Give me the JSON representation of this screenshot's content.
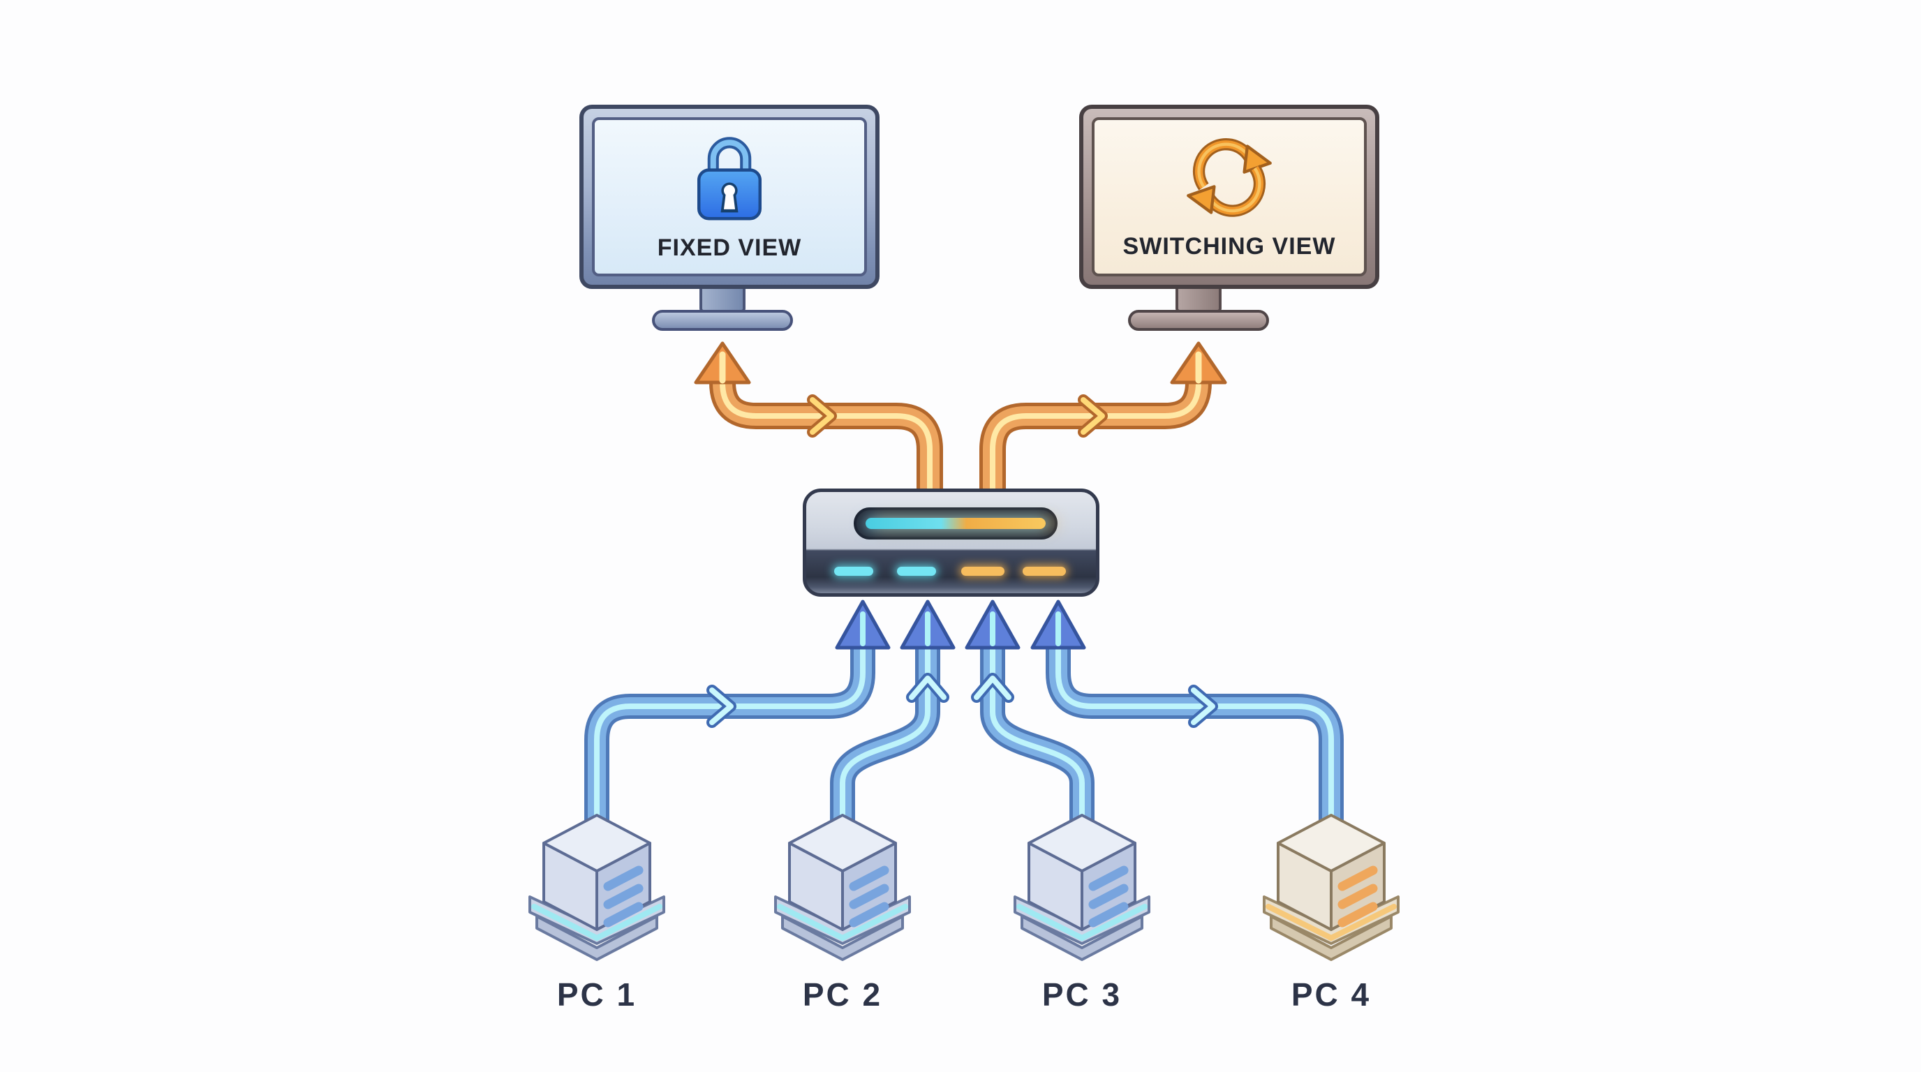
{
  "diagram": {
    "monitors": [
      {
        "id": "fixed-view",
        "label": "FIXED VIEW",
        "icon": "lock-icon",
        "frame_color": "#8092b6",
        "screen_color": "#e2effa",
        "accent_color": "#3b82f0"
      },
      {
        "id": "switching-view",
        "label": "SWITCHING VIEW",
        "icon": "refresh-icon",
        "frame_color": "#938281",
        "screen_color": "#f9efdf",
        "accent_color": "#f0962a"
      }
    ],
    "kvm_switch": {
      "status_bar_colors": {
        "left": "#49cde1",
        "right": "#f8c95f"
      },
      "led_colors": [
        "#74e6f4",
        "#74e6f4",
        "#f7bd5e",
        "#f7bd5e"
      ]
    },
    "pcs": [
      {
        "label": "PC 1",
        "theme_color": "#78a4de"
      },
      {
        "label": "PC 2",
        "theme_color": "#78a4de"
      },
      {
        "label": "PC 3",
        "theme_color": "#78a4de"
      },
      {
        "label": "PC 4",
        "theme_color": "#efa75c"
      }
    ],
    "cables": {
      "uplink_color": "#eda45e",
      "downlink_color": "#7db0e5"
    }
  }
}
